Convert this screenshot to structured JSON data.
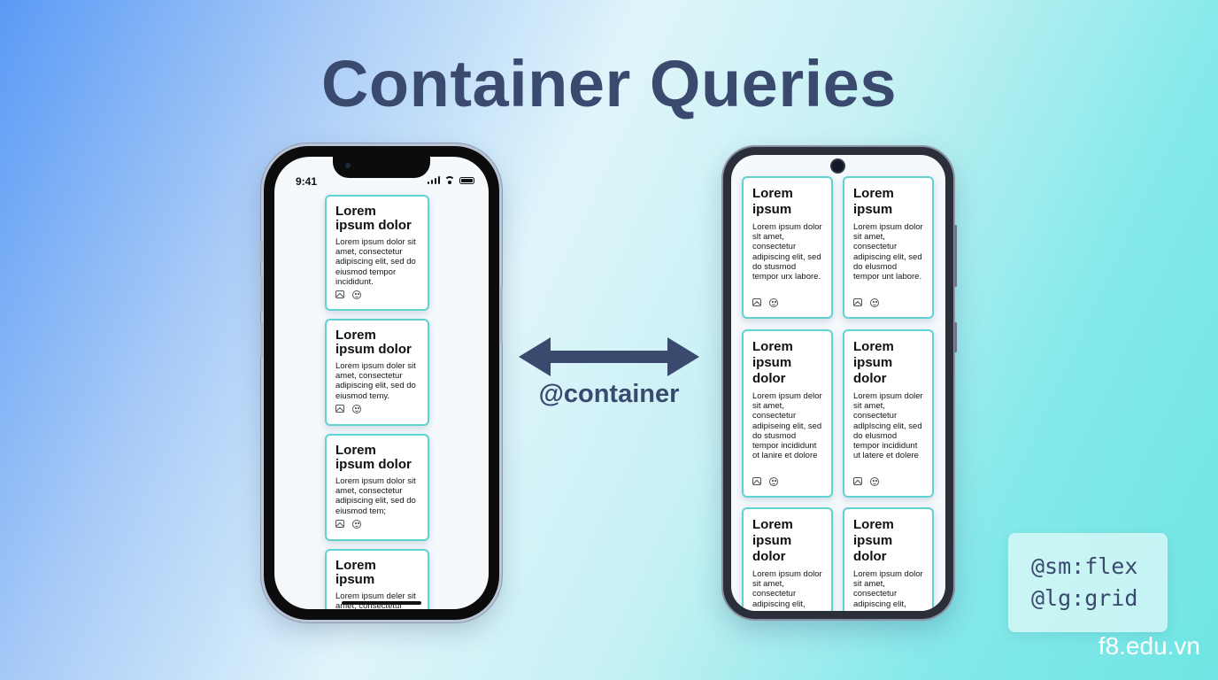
{
  "title": "Container Queries",
  "arrow_label": "@container",
  "status_time": "9:41",
  "iphone_cards": [
    {
      "title": "Lorem ipsum dolor",
      "body": "Lorem ipsum dolor sit amet, consectetur adipiscing elit, sed do eiusmod tempor incididunt."
    },
    {
      "title": "Lorem ipsum dolor",
      "body": "Lorem ipsum doler sit amet, consectetur adipiscing elit, sed do eiusmod temy."
    },
    {
      "title": "Lorem ipsum dolor",
      "body": "Lorem ipsum dolor sit amet, consectetur adipiscing elit, sed do eiusmod tem;"
    },
    {
      "title": "Lorem ipsum",
      "body": "Lorem ipsum deler sit amet, consectetur"
    }
  ],
  "android_cards": [
    {
      "title": "Lorem ipsum",
      "body": "Lorem ipsum dolor slt amet, consectetur adipiscing elit, sed do stusmod tempor urx labore."
    },
    {
      "title": "Lorem ipsum",
      "body": "Lorem ipsum dolor sit amet, consectetur adipiscing elit, sed do elusmod tempor unt labore."
    },
    {
      "title": "Lorem ipsum dolor",
      "body": "Lorem ipsum delor sit amet, consectetur adipiseing elit, sed do stusmod tempor incididunt ot lanire et dolore"
    },
    {
      "title": "Lorem ipsum dolor",
      "body": "Lorem ipsum doler sit amet, consectetur adlplscing elit, sed do elusmod tempor incididunt ut latere et dolere"
    },
    {
      "title": "Lorem ipsum dolor",
      "body": "Lorem ipsum dolor sit amet, consectetur adipiscing elit,"
    },
    {
      "title": "Lorem ipsum dolor",
      "body": "Lorem ipsum dolor sit amet, consectetur adipiscing elit,"
    }
  ],
  "code_lines": [
    "@sm:flex",
    "@lg:grid"
  ],
  "watermark": "f8.edu.vn",
  "colors": {
    "accent": "#5fd3cf",
    "heading": "#3a4a6e"
  },
  "icons": [
    "image-icon",
    "smile-icon",
    "double-arrow-icon"
  ]
}
